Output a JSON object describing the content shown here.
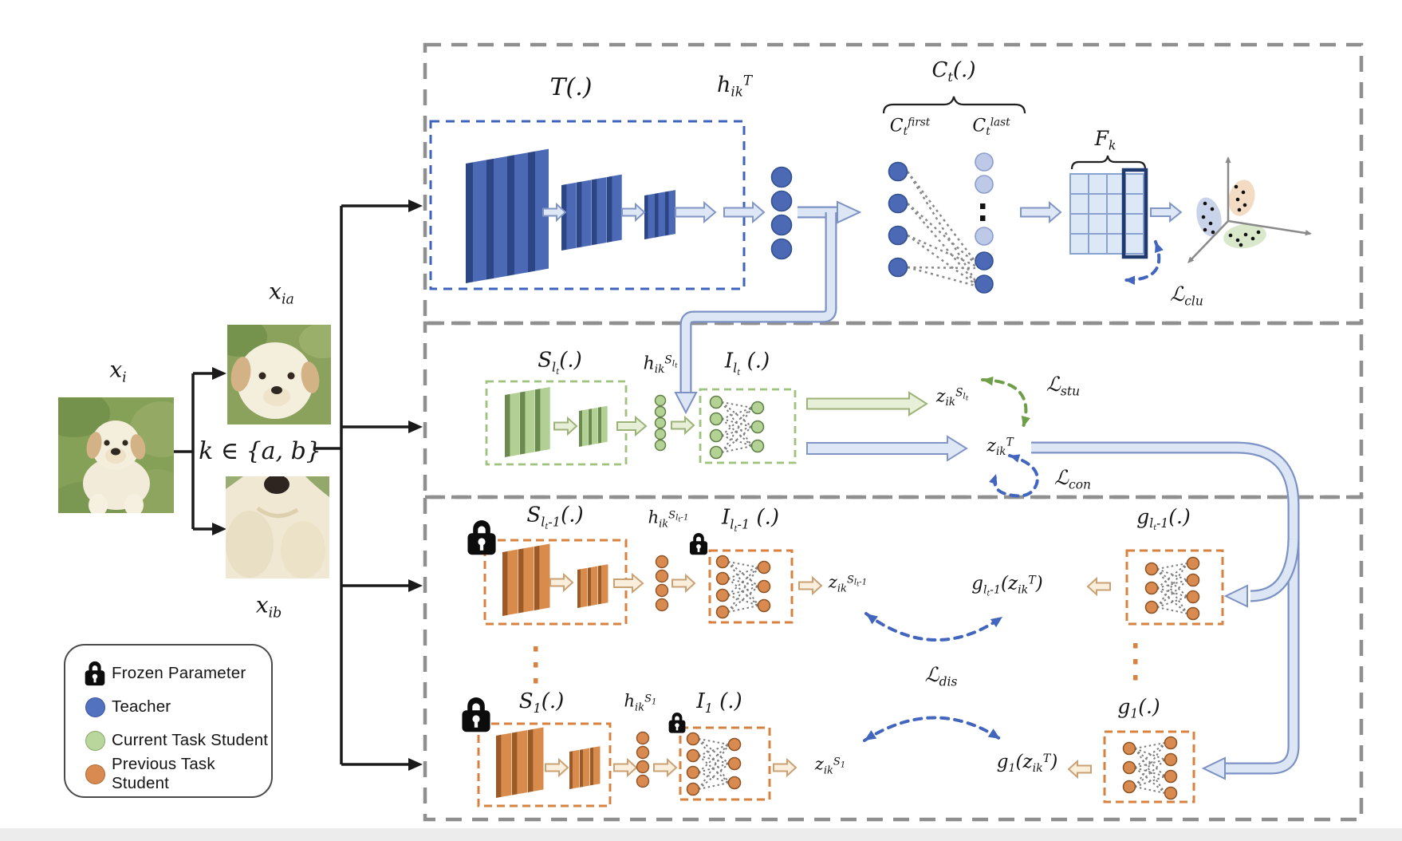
{
  "figure": {
    "inputs": {
      "original_label": "x_{i}",
      "augmented_a_label": "x_{ia}",
      "augmented_b_label": "x_{ib}",
      "augmentation_set_label": "k ∈ {a, b}"
    },
    "teacher_branch": {
      "encoder_label": "T(.)",
      "embedding_label": "h_{ik}^{T}",
      "classifier_label": "C_{t}(.)",
      "classifier_first_label": "C_{t}^{first}",
      "classifier_last_label": "C_{t}^{last}",
      "feature_matrix_label": "F_{k}",
      "clustering_loss_label": "ℒ_{clu}"
    },
    "current_student_branch": {
      "encoder_label": "S_{l_{t}}(.)",
      "embedding_label": "h_{ik}^{S_{l_{t}}}",
      "projector_label": "I_{l_{t}} (.)",
      "student_output_label": "z_{ik}^{S_{l_{t}}}",
      "teacher_output_label": "z_{ik}^{T}",
      "student_loss_label": "ℒ_{stu}",
      "contrastive_loss_label": "ℒ_{con}"
    },
    "previous_student_branches": {
      "distillation_loss_label": "ℒ_{dis}",
      "row_prev": {
        "encoder_label": "S_{l_{t}-1}(.)",
        "embedding_label": "h_{ik}^{S_{l_{t}-1}}",
        "projector_label": "I_{l_{t}-1} (.)",
        "output_label": "z_{ik}^{S_{l_{t}-1}}",
        "adapter_label": "g_{l_{t}-1}(.)",
        "adapted_teacher_label": "g_{l_{t}-1}(z_{ik}^{T})"
      },
      "row_first": {
        "encoder_label": "S_{1}(.)",
        "embedding_label": "h_{ik}^{S_{1}}",
        "projector_label": "I_{1} (.)",
        "output_label": "z_{ik}^{S_{1}}",
        "adapter_label": "g_{1}(.)",
        "adapted_teacher_label": "g_{1}(z_{ik}^{T})"
      }
    },
    "legend": {
      "items": [
        {
          "icon": "lock-icon",
          "label": "Frozen Parameter"
        },
        {
          "icon": "teacher-circle",
          "color": "#5272c0",
          "label": "Teacher"
        },
        {
          "icon": "current-student-circle",
          "color": "#b9d69c",
          "label": "Current Task Student"
        },
        {
          "icon": "previous-student-circle",
          "color": "#d98a50",
          "label": "Previous Task Student"
        }
      ]
    },
    "colors": {
      "teacher_blue": "#4b69b5",
      "teacher_light_blue": "#bdc9e6",
      "current_student_green": "#b2d093",
      "previous_student_orange": "#d98b4b",
      "loss_arc_blue": "#4265bd",
      "loss_arc_green": "#6f9e48",
      "section_border_grey": "#8f8f8f"
    }
  }
}
